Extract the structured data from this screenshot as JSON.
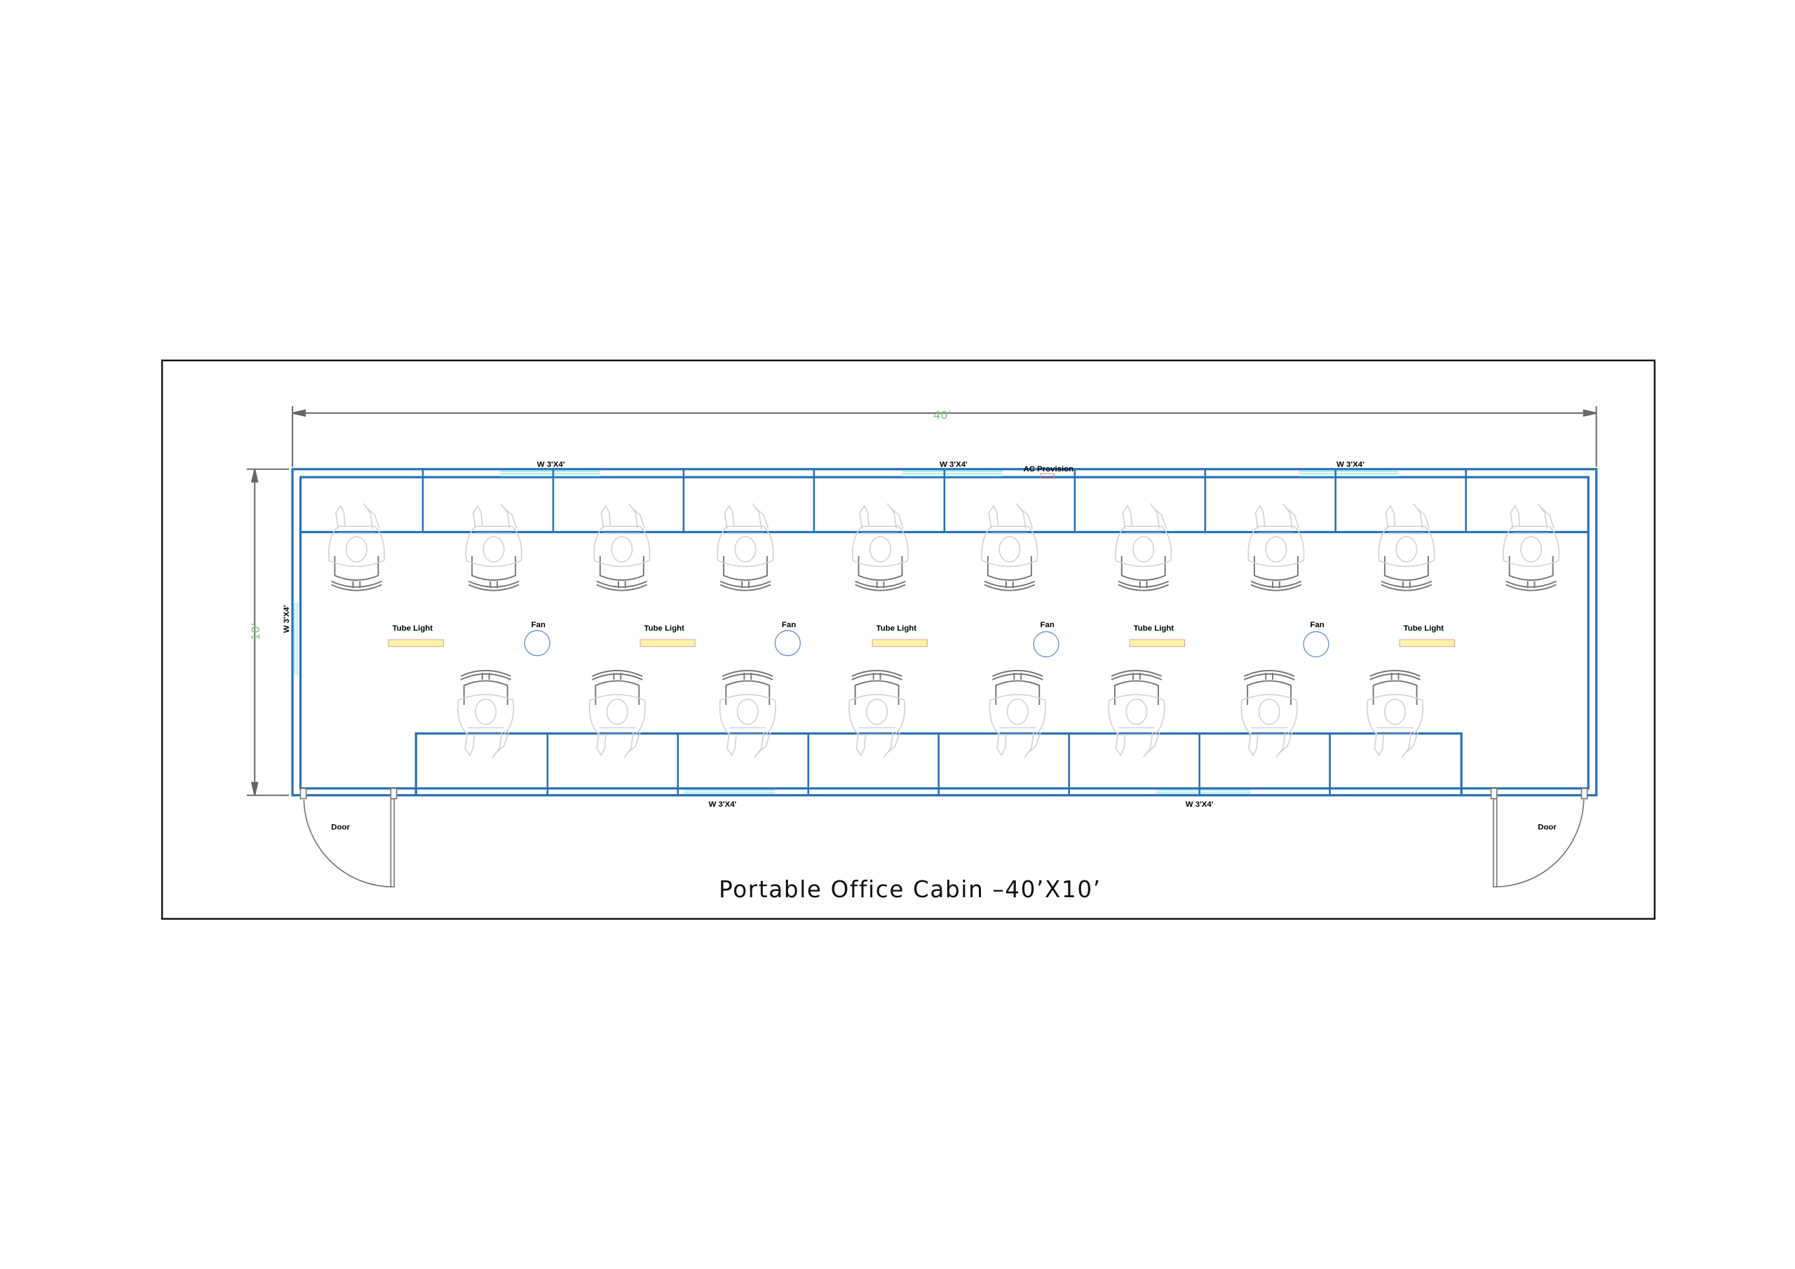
{
  "title": "Portable Office Cabin –40’X10’",
  "dimensions": {
    "length": "40'",
    "width": "10'"
  },
  "windows": {
    "top": [
      "W 3'X4'",
      "W 3'X4'",
      "W 3'X4'"
    ],
    "left": "W 3'X4'",
    "bottom": [
      "W 3'X4'",
      "W 3'X4'"
    ]
  },
  "ac_label": "AC Provision",
  "tube_lights": [
    "Tube Light",
    "Tube Light",
    "Tube Light",
    "Tube Light",
    "Tube Light"
  ],
  "fans": [
    "Fan",
    "Fan",
    "Fan",
    "Fan"
  ],
  "doors": [
    "Door",
    "Door"
  ],
  "workstations": {
    "top_count": 10,
    "bottom_count": 8
  },
  "colors": {
    "wall": "#2a72b8",
    "window": "#8fe3ef",
    "dimension_text": "#7fc47f",
    "tube_light": "#fff3a8"
  }
}
